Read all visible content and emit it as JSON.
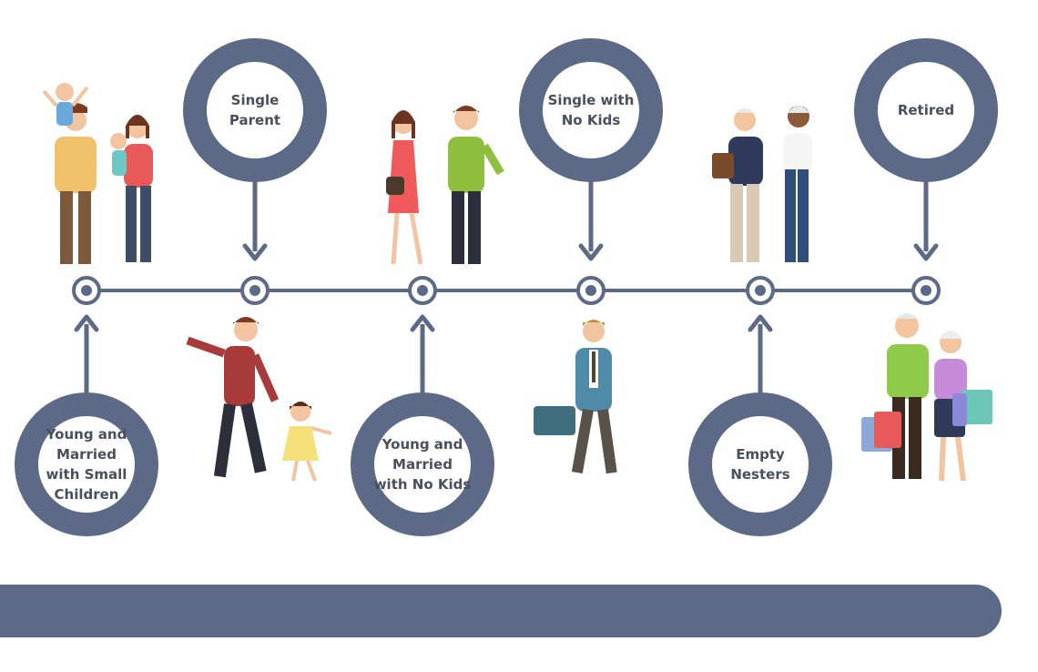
{
  "colors": {
    "primary": "#5c6a87",
    "label_text": "#4a4f5c",
    "white": "#ffffff"
  },
  "stages": [
    {
      "label": "Young and\nMarried\nwith Small\nChildren",
      "position": "bottom"
    },
    {
      "label": "Single\nParent",
      "position": "top"
    },
    {
      "label": "Young and\nMarried\nwith No Kids",
      "position": "bottom"
    },
    {
      "label": "Single with\nNo Kids",
      "position": "top"
    },
    {
      "label": "Empty\nNesters",
      "position": "bottom"
    },
    {
      "label": "Retired",
      "position": "top"
    }
  ]
}
